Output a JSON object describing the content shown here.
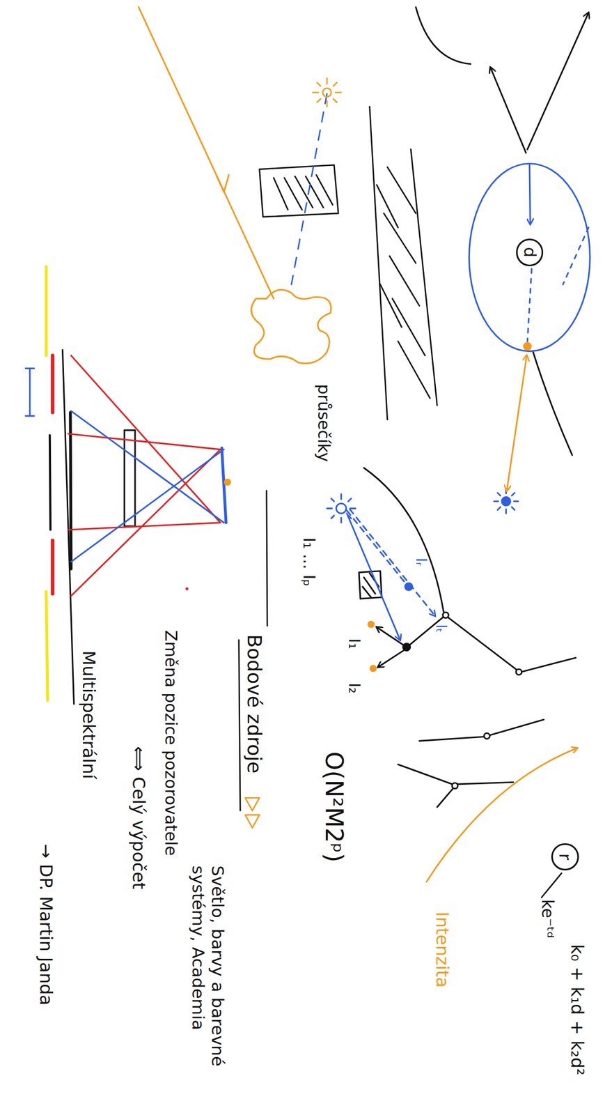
{
  "diagram": {
    "nodes": [
      {
        "text": [
          "r"
        ]
      },
      {
        "text": [
          "d"
        ]
      }
    ],
    "labels": [
      "k₀ + k₁d + k₂d²",
      "ke⁻ᵗᵈ",
      "Intenzita",
      "O(N²M2ᵖ)",
      "průsečíky",
      "I₁ ... Iₚ",
      "Iᵣ",
      "Iₜ",
      "I₁",
      "I₂",
      "Bodové zdroje",
      "Světlo, barvy a barevné systémy, Academia",
      "Změna pozice pozorovatele",
      "⟺ Celý výpočet",
      "Multispektrální",
      "→ DP. Martin Janda"
    ]
  }
}
